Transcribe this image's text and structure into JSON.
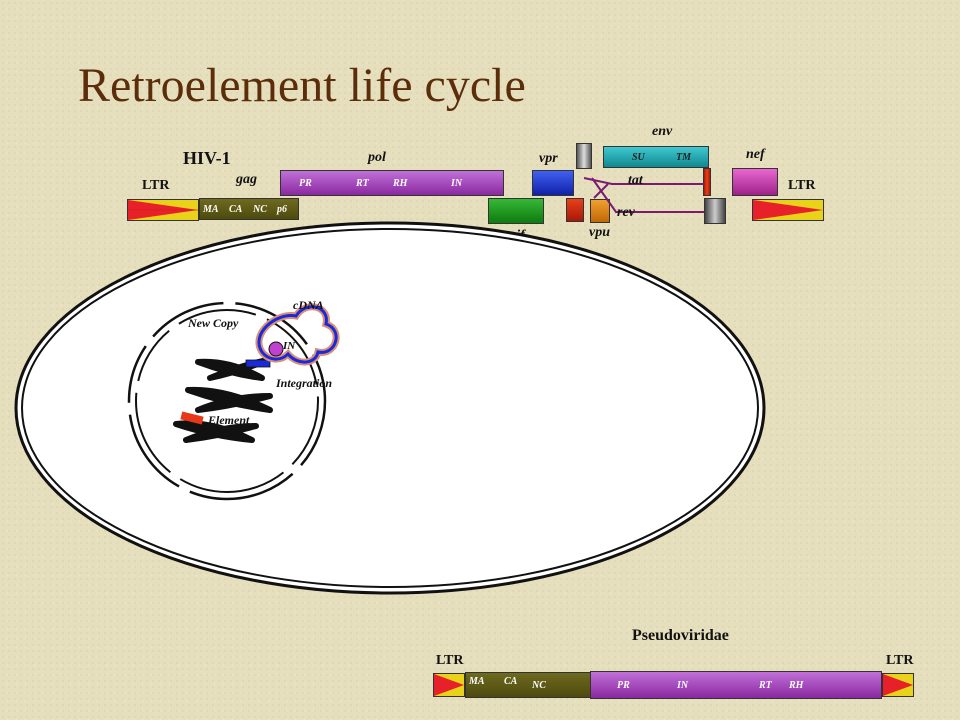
{
  "title": "Retroelement life cycle",
  "hiv": {
    "name": "HIV-1",
    "ltr_left": "LTR",
    "ltr_right": "LTR",
    "gag": {
      "name": "gag",
      "parts": [
        "MA",
        "CA",
        "NC",
        "p6"
      ]
    },
    "pol": {
      "name": "pol",
      "parts": [
        "PR",
        "RT",
        "RH",
        "IN"
      ]
    },
    "env": {
      "name": "env",
      "parts": [
        "SU",
        "TM"
      ]
    },
    "vpr": "vpr",
    "vif": "vif",
    "vpu": "vpu",
    "tat": "tat",
    "rev": "rev",
    "nef": "nef"
  },
  "cell": {
    "cdna": "cDNA",
    "new_copy": "New Copy",
    "in_label": "IN",
    "integration": "Integration",
    "element": "Element"
  },
  "pseudo": {
    "name": "Pseudoviridae",
    "ltr_left": "LTR",
    "ltr_right": "LTR",
    "gag_parts": [
      "MA",
      "CA",
      "NC"
    ],
    "pol_parts": [
      "PR",
      "IN",
      "RT",
      "RH"
    ]
  },
  "colors": {
    "title": "#5b2d0b",
    "background": "#e6dfbd",
    "ltr_red": "#e8202a",
    "ltr_yellow": "#e8d21a",
    "gag": "#5e5a14",
    "pol": "#a040b8",
    "vif": "#1c9a1c",
    "vpr": "#2040d0",
    "env": "#1aa0a8",
    "nef": "#d040b0",
    "tat_rev_line": "#7a1a70",
    "cdna_inner": "#1a2ad8",
    "cdna_outer": "#d89078",
    "in_dot": "#c040d0"
  }
}
